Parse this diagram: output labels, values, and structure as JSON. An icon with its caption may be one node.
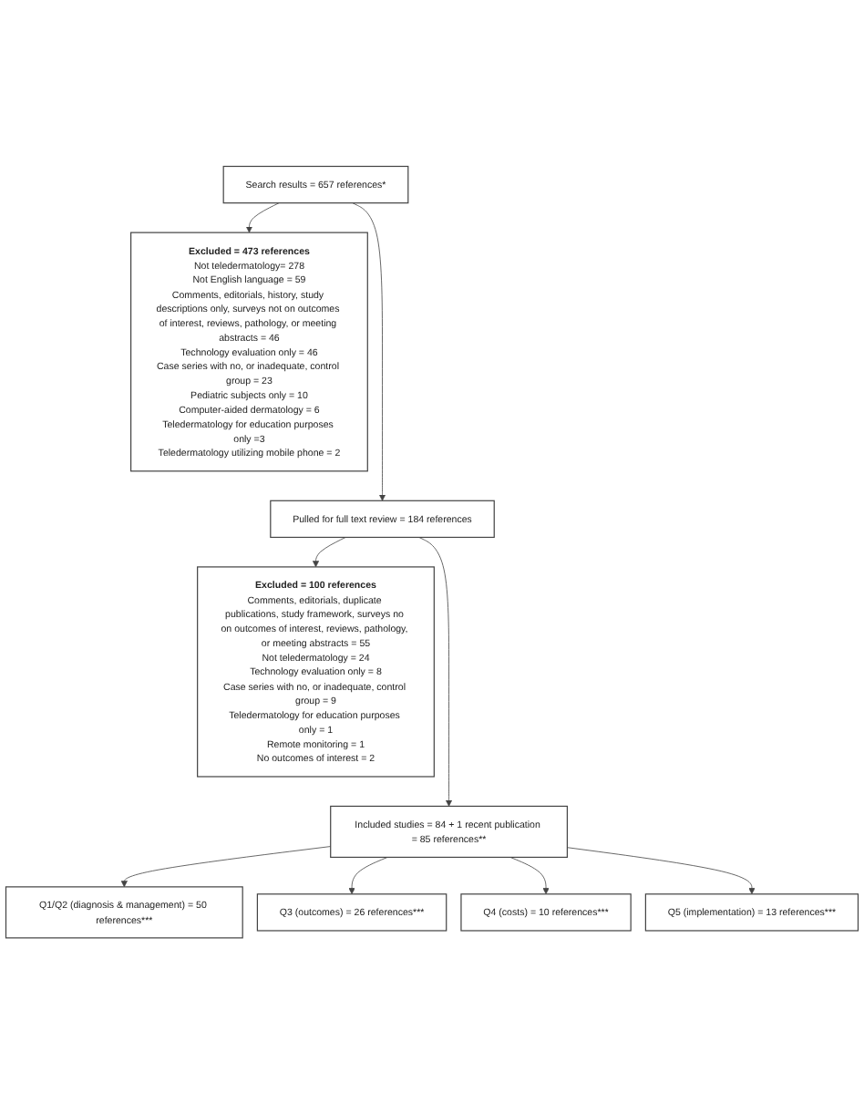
{
  "diagram": {
    "nodes": [
      {
        "text": [
          "Search results = 657 references*"
        ]
      },
      {
        "text": [
          "Excluded = 473 references",
          "Not teledermatology= 278",
          "Not English language = 59",
          "Comments, editorials, history, study descriptions only, surveys not on outcomes of interest, reviews, pathology, or meeting abstracts = 46",
          "Technology evaluation only = 46",
          "Case series with no, or inadequate, control group = 23",
          "Pediatric subjects only = 10",
          "Computer-aided dermatology = 6",
          "Teledermatology for education purposes only =3",
          "Teledermatology utilizing mobile phone = 2"
        ]
      },
      {
        "text": [
          "Pulled for full text review = 184 references"
        ]
      },
      {
        "text": [
          "Excluded = 100 references",
          "Comments, editorials, duplicate publications, study framework, surveys no on outcomes of interest, reviews, pathology, or meeting abstracts = 55",
          "Not teledermatology = 24",
          "Technology evaluation only = 8",
          "Case series with no, or inadequate, control group = 9",
          "Teledermatology for education purposes only = 1",
          "Remote monitoring = 1",
          "No outcomes of interest = 2"
        ]
      },
      {
        "text": [
          "Included studies = 84 + 1 recent publication = 85 references**"
        ]
      },
      {
        "text": [
          "Q1/Q2 (diagnosis & management) = 50 references***"
        ]
      },
      {
        "text": [
          "Q3 (outcomes) = 26 references***"
        ]
      },
      {
        "text": [
          "Q4 (costs) = 10 references***"
        ]
      },
      {
        "text": [
          "Q5 (implementation) = 13 references***"
        ]
      }
    ],
    "edges": [
      {
        "from": 0,
        "to": 1,
        "arrow": "to"
      },
      {
        "from": 0,
        "to": 2,
        "arrow": "to"
      },
      {
        "from": 2,
        "to": 3,
        "arrow": "to"
      },
      {
        "from": 2,
        "to": 4,
        "arrow": "to"
      },
      {
        "from": 4,
        "to": 5,
        "arrow": "to"
      },
      {
        "from": 4,
        "to": 6,
        "arrow": "to"
      },
      {
        "from": 4,
        "to": 7,
        "arrow": "to"
      },
      {
        "from": 4,
        "to": 8,
        "arrow": "to"
      }
    ]
  }
}
